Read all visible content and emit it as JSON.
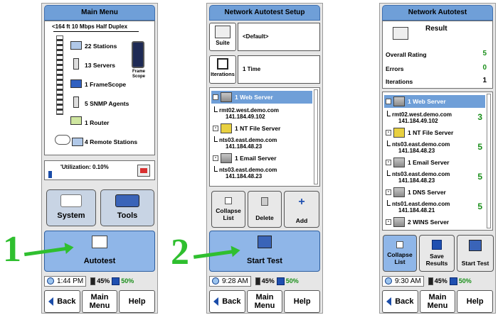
{
  "annotations": {
    "arrow1": "1",
    "arrow2": "2"
  },
  "screen1": {
    "title": "Main Menu",
    "distance": "<164 ft  10 Mbps Half Duplex",
    "devices": [
      "22 Stations",
      "13 Servers",
      "1 FrameScope",
      "5 SNMP Agents",
      "1 Router",
      "4 Remote Stations"
    ],
    "framescope_label": "Frame Scope",
    "utilization": "'Utilization: 0.10%",
    "system_label": "System",
    "tools_label": "Tools",
    "autotest_label": "Autotest",
    "time": "1:44 PM",
    "battery": "45%",
    "disk": "50%",
    "back": "Back",
    "main_menu": "Main Menu",
    "help": "Help"
  },
  "screen2": {
    "title": "Network Autotest Setup",
    "suite_label": "Suite",
    "suite_value": "<Default>",
    "iterations_label": "Iterations",
    "iterations_value": "1 Time",
    "tree": [
      {
        "name": "1 Web Server",
        "host": "rmt02.west.demo.com",
        "ip": "141.184.49.102"
      },
      {
        "name": "1 NT File Server",
        "host": "nts03.east.demo.com",
        "ip": "141.184.48.23"
      },
      {
        "name": "1 Email Server",
        "host": "nts03.east.demo.com",
        "ip": "141.184.48.23"
      }
    ],
    "collapse": "Collapse List",
    "delete": "Delete",
    "add": "Add",
    "start_test": "Start Test",
    "time": "9:28 AM",
    "battery": "45%",
    "disk": "50%",
    "back": "Back",
    "main_menu": "Main Menu",
    "help": "Help"
  },
  "screen3": {
    "title": "Network Autotest",
    "result_label": "Result",
    "overall_label": "Overall Rating",
    "overall_value": "5",
    "errors_label": "Errors",
    "errors_value": "0",
    "iterations_label": "Iterations",
    "iterations_value": "1",
    "tree": [
      {
        "name": "1 Web Server",
        "host": "rmt02.west.demo.com",
        "ip": "141.184.49.102",
        "score": "3"
      },
      {
        "name": "1 NT File Server",
        "host": "nts03.east.demo.com",
        "ip": "141.184.48.23",
        "score": "5"
      },
      {
        "name": "1 Email Server",
        "host": "nts03.east.demo.com",
        "ip": "141.184.48.23",
        "score": "5"
      },
      {
        "name": "1 DNS Server",
        "host": "nts01.east.demo.com",
        "ip": "141.184.48.21",
        "score": "5"
      },
      {
        "name": "2 WINS Server"
      }
    ],
    "collapse": "Collapse List",
    "save": "Save Results",
    "start_test": "Start Test",
    "time": "9:30 AM",
    "battery": "45%",
    "disk": "50%",
    "back": "Back",
    "main_menu": "Main Menu",
    "help": "Help"
  },
  "colors": {
    "accent": "#6f9fd8",
    "annotation": "#2fbf2f",
    "score": "#1a8f1a"
  }
}
